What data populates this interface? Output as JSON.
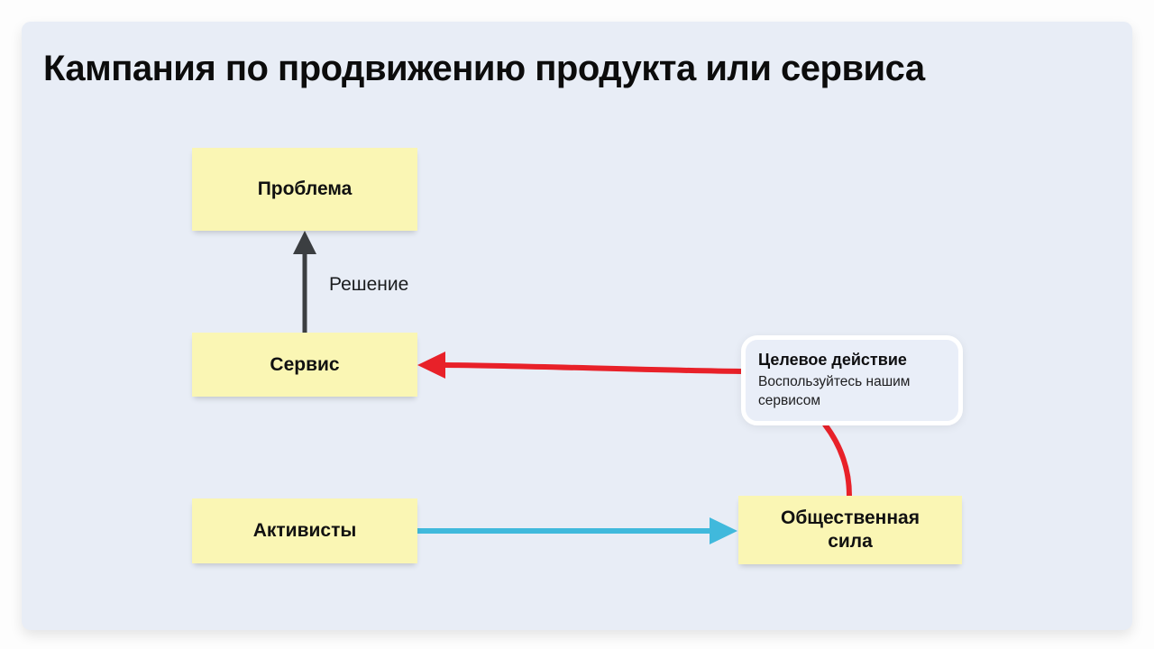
{
  "page": {
    "title": "Кампания по продвижению продукта или сервиса"
  },
  "nodes": {
    "problem": {
      "label": "Проблема"
    },
    "service": {
      "label": "Сервис"
    },
    "activists": {
      "label": "Активисты"
    },
    "public_force": {
      "label": "Общественная сила"
    },
    "target_action": {
      "title": "Целевое действие",
      "description": "Воспользуйтесь нашим сервисом"
    }
  },
  "edges": {
    "solution": {
      "label": "Решение",
      "color": "#3B3E41"
    },
    "target_action_to_service": {
      "color": "#E82129"
    },
    "activists_to_public_force": {
      "color": "#40B9DC"
    },
    "public_force_to_target_action": {
      "color": "#E82129"
    }
  },
  "colors": {
    "canvas_background": "#FDFDFD",
    "board_background": "#E8EDF6",
    "sticky_note": "#FAF6B4",
    "callout_fill": "#E9EEF8",
    "callout_border": "#FFFFFF",
    "text": "#111111"
  }
}
